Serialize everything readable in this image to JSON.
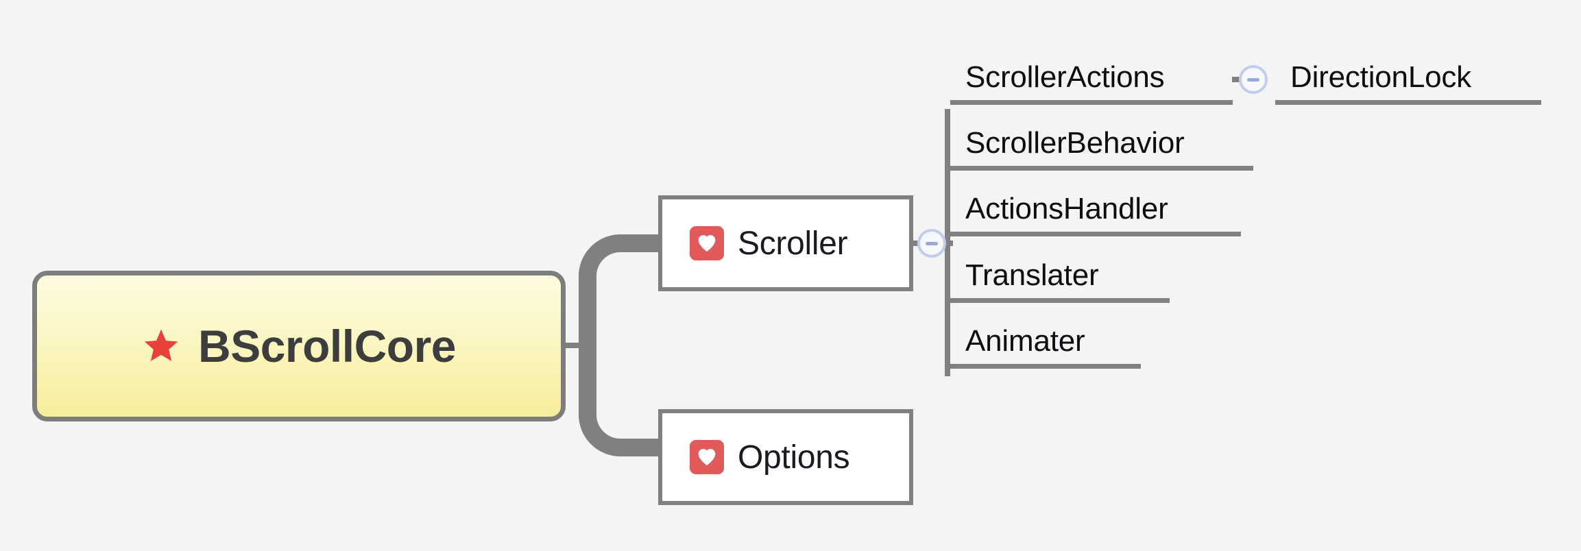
{
  "theme": {
    "background": "#f4f4f4",
    "connector_color": "#808080",
    "root_border": "#7d7d7d",
    "root_gradient_top": "#fdfbe0",
    "root_gradient_bottom": "#f6ee9b",
    "root_text_color": "#3d3d3d",
    "node_border": "#808080",
    "node_background": "#ffffff",
    "node_text_color": "#1a1a23",
    "leaf_text_color": "#0d0d12",
    "badge_red": "#e2595a",
    "star_red": "#e8413c",
    "toggle_border": "#c2cdec",
    "toggle_bar": "#9ba7d4"
  },
  "mindmap": {
    "root": {
      "label": "BScrollCore",
      "icon": "star-icon"
    },
    "branches": [
      {
        "label": "Scroller",
        "icon": "heart-icon",
        "toggle": {
          "icon": "minus-circle-icon",
          "state": "expanded"
        },
        "children": [
          {
            "label": "ScrollerActions",
            "toggle": {
              "icon": "minus-circle-icon",
              "state": "expanded"
            },
            "children": [
              {
                "label": "DirectionLock"
              }
            ]
          },
          {
            "label": "ScrollerBehavior"
          },
          {
            "label": "ActionsHandler"
          },
          {
            "label": "Translater"
          },
          {
            "label": "Animater"
          }
        ]
      },
      {
        "label": "Options",
        "icon": "heart-icon",
        "children": []
      }
    ]
  }
}
